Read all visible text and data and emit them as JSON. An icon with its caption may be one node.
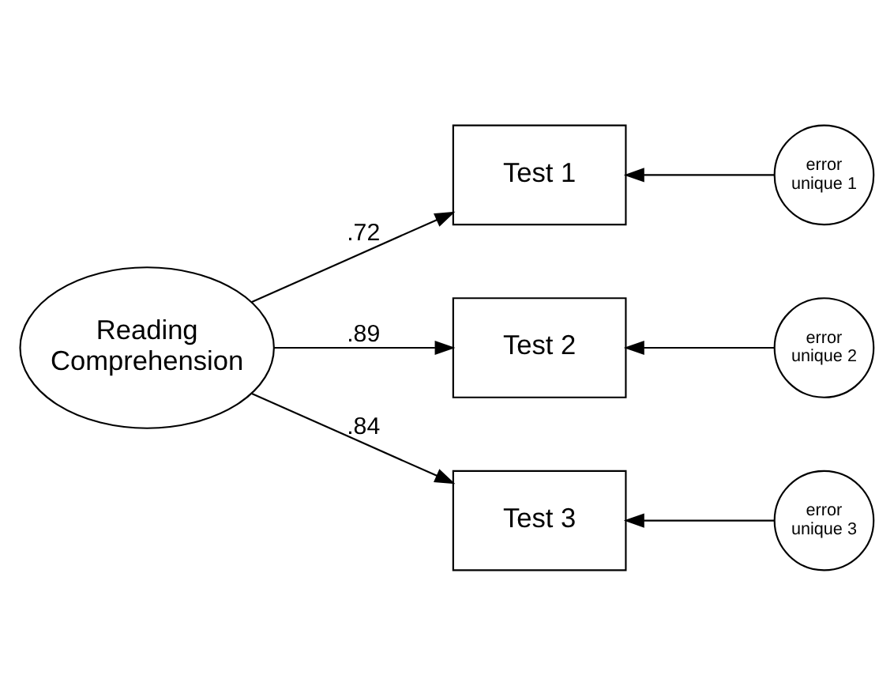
{
  "diagram": {
    "nodes": [
      {
        "text": [
          "Reading Comprehension"
        ]
      },
      {
        "text": [
          "Test 1"
        ]
      },
      {
        "text": [
          "Test 2"
        ]
      },
      {
        "text": [
          "Test 3"
        ]
      },
      {
        "text": [
          "error unique 1"
        ]
      },
      {
        "text": [
          "error unique 2"
        ]
      },
      {
        "text": [
          "error unique 3"
        ]
      }
    ],
    "edges": [
      {
        "from": 0,
        "to": 1,
        "arrow": "to",
        "label": ".72"
      },
      {
        "from": 0,
        "to": 2,
        "arrow": "to",
        "label": ".89"
      },
      {
        "from": 0,
        "to": 3,
        "arrow": "to",
        "label": ".84"
      },
      {
        "from": 4,
        "to": 1,
        "arrow": "to"
      },
      {
        "from": 5,
        "to": 2,
        "arrow": "to"
      },
      {
        "from": 6,
        "to": 3,
        "arrow": "to"
      }
    ]
  }
}
